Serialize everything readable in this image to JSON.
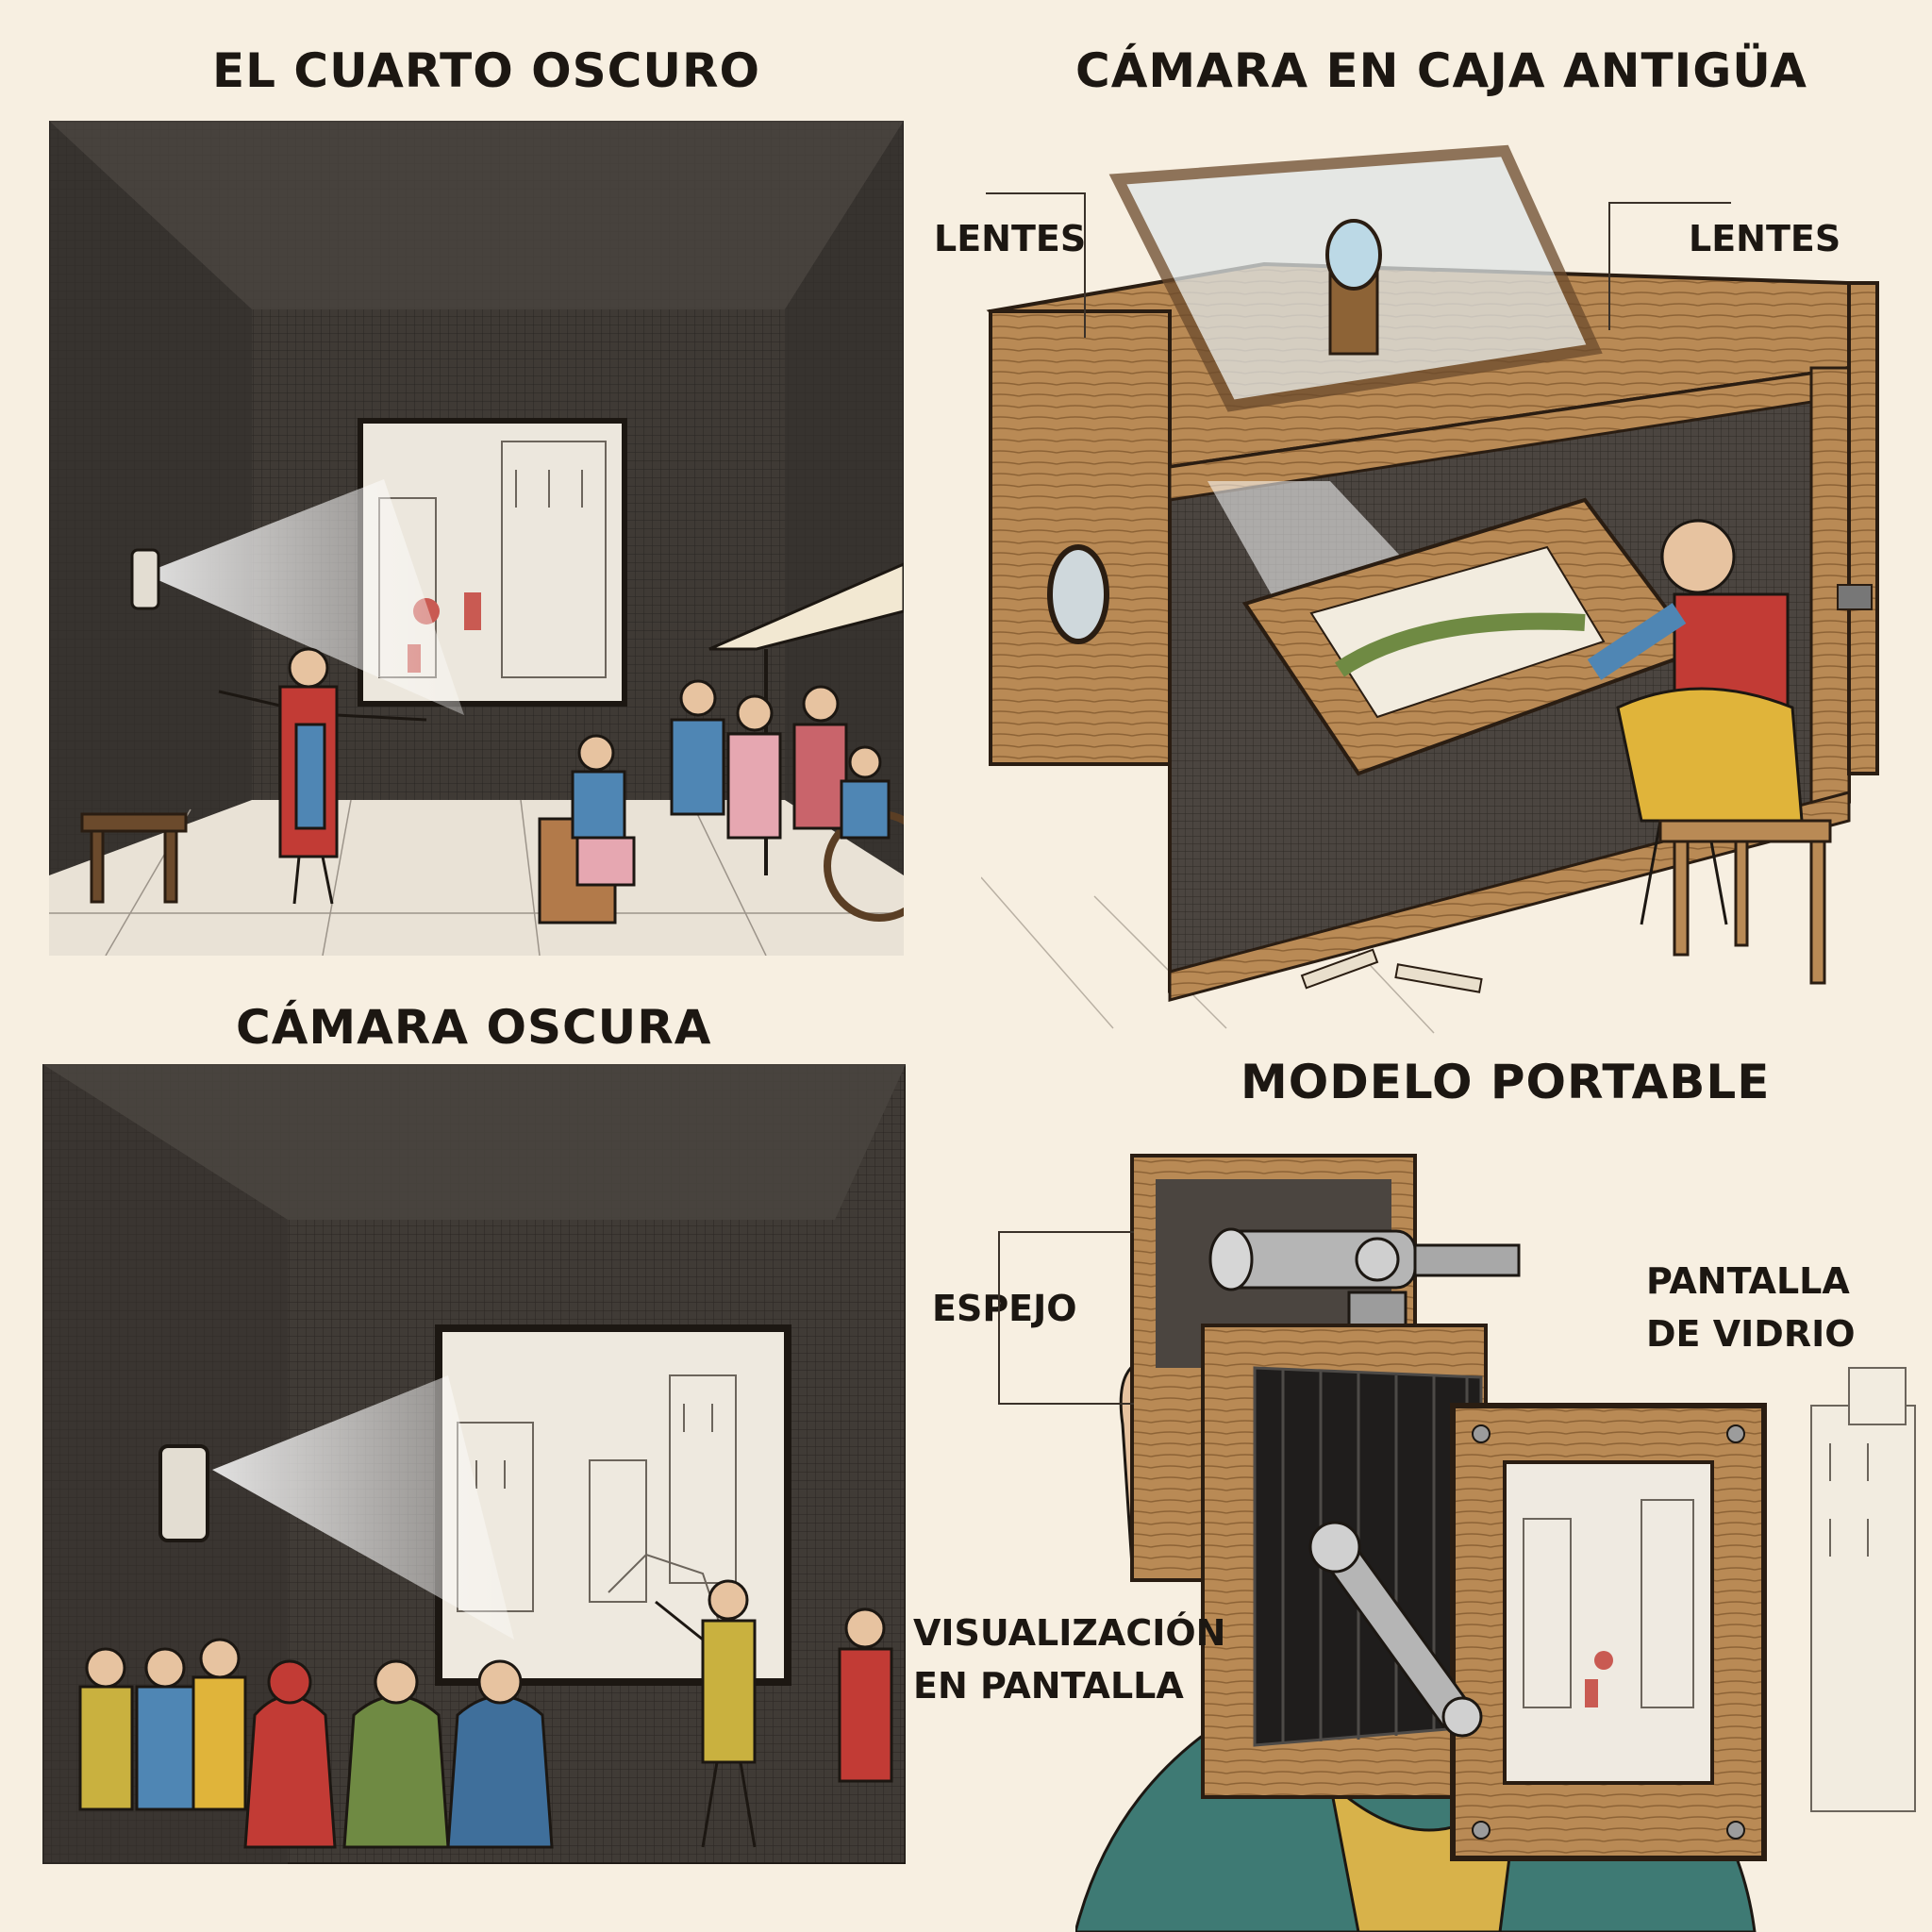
{
  "panels": {
    "dark_room": {
      "title": "EL CUARTO OSCURO"
    },
    "antique_box": {
      "title": "CÁMARA EN CAJA ANTIGÜA",
      "label_left": "LENTES",
      "label_right": "LENTES"
    },
    "camera_obscura": {
      "title": "CÁMARA OSCURA"
    },
    "portable_model": {
      "title": "MODELO PORTABLE",
      "label_mirror": "ESPEJO",
      "label_glass_line1": "PANTALLA",
      "label_glass_line2": "DE VIDRIO",
      "label_view_line1": "VISUALIZACIÓN",
      "label_view_line2": "EN PANTALLA"
    }
  },
  "colors": {
    "background": "#f7efe1",
    "ink": "#1c1712",
    "wall": "#3b3733",
    "wood": "#b98a55",
    "red": "#c23b35",
    "blue": "#4f86b4",
    "yellow": "#e0b43a",
    "green": "#6f8a43"
  }
}
